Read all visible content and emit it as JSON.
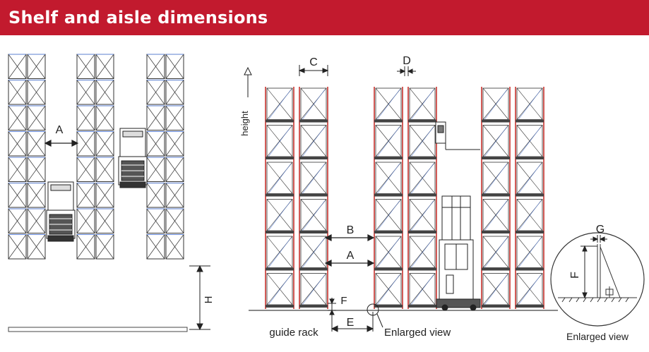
{
  "header": {
    "title": "Shelf and aisle dimensions"
  },
  "colors": {
    "accent": "#c21a2e",
    "upright": "#c8322d",
    "beam_line": "#5b7fd0",
    "line": "#333333"
  },
  "plan_view": {
    "aisle_label": "A",
    "height_label": "H"
  },
  "elevation_view": {
    "height_label": "height",
    "label_c": "C",
    "label_d": "D",
    "label_b": "B",
    "label_a": "A",
    "label_f": "F",
    "label_e": "E",
    "guide_rack_label": "guide rack",
    "enlarged_view_label": "Enlarged view"
  },
  "detail_view": {
    "label_g": "G",
    "label_f": "F",
    "caption": "Enlarged view"
  }
}
